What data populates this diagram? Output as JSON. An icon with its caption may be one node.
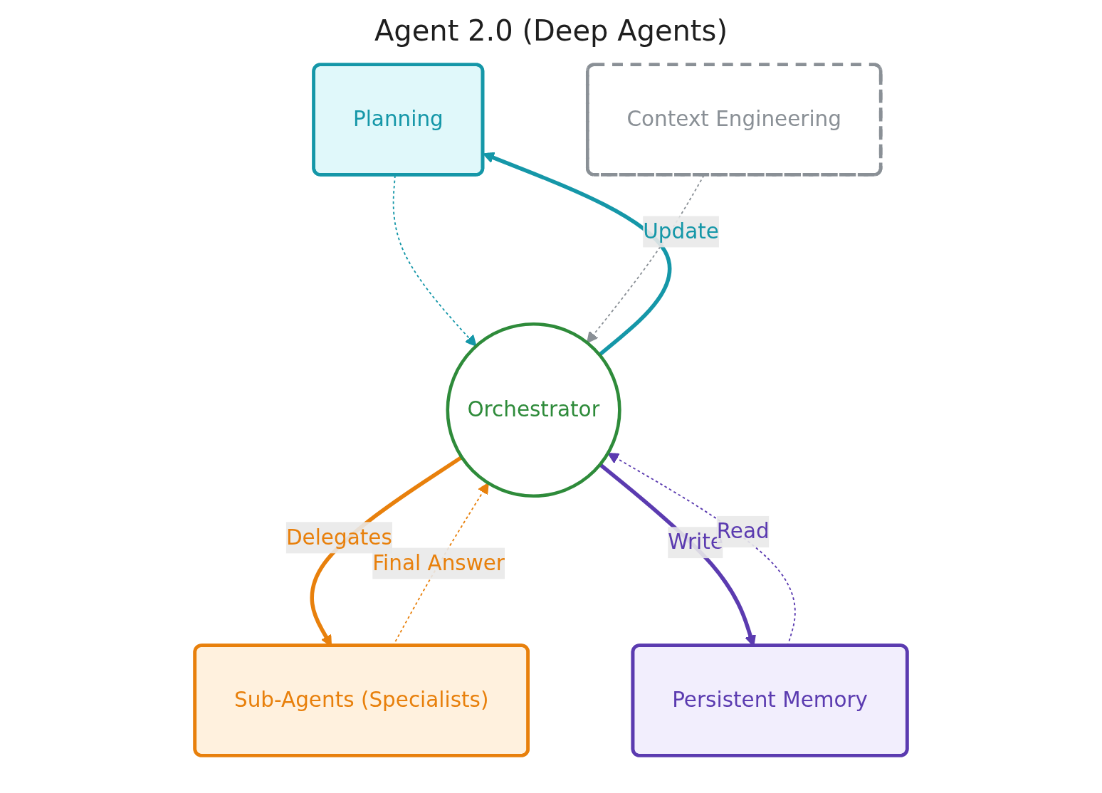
{
  "diagram": {
    "title": "Agent 2.0 (Deep Agents)",
    "nodes": [
      {
        "text": [
          "Planning"
        ]
      },
      {
        "text": [
          "Context Engineering"
        ]
      },
      {
        "text": [
          "Orchestrator"
        ]
      },
      {
        "text": [
          "Sub-Agents (Specialists)"
        ]
      },
      {
        "text": [
          "Persistent Memory"
        ]
      }
    ],
    "edges": [
      {
        "from": 2,
        "to": 0,
        "arrow": "to",
        "label": "Update",
        "style": "thick",
        "color": "#1597a8"
      },
      {
        "from": 0,
        "to": 2,
        "arrow": "to",
        "style": "dashed",
        "color": "#1597a8"
      },
      {
        "from": 1,
        "to": 2,
        "arrow": "to",
        "style": "dashed",
        "color": "#8a9096"
      },
      {
        "from": 2,
        "to": 3,
        "arrow": "to",
        "label": "Delegates",
        "style": "thick",
        "color": "#e8800c"
      },
      {
        "from": 3,
        "to": 2,
        "arrow": "to",
        "label": "Final Answer",
        "style": "dashed",
        "color": "#e8800c"
      },
      {
        "from": 2,
        "to": 4,
        "arrow": "to",
        "label": "Write",
        "style": "thick",
        "color": "#5b3bb0"
      },
      {
        "from": 4,
        "to": 2,
        "arrow": "to",
        "label": "Read",
        "style": "dashed",
        "color": "#5b3bb0"
      }
    ]
  }
}
